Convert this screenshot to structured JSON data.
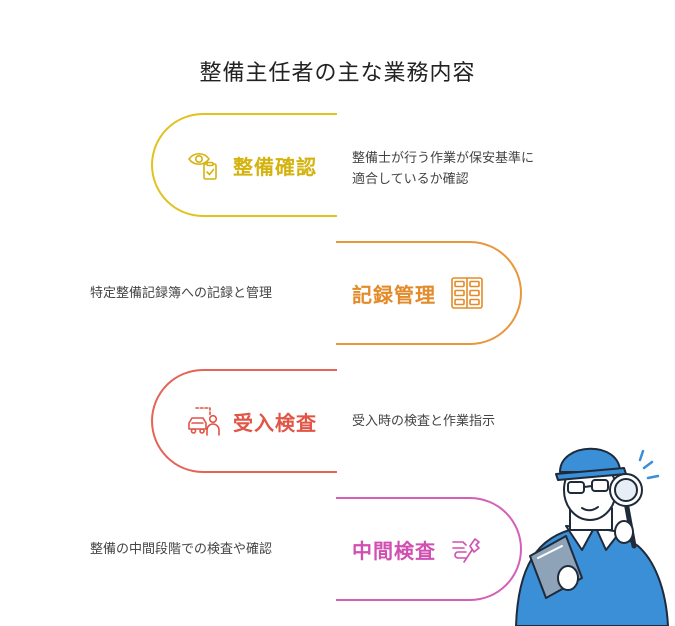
{
  "title": "整備主任者の主な業務内容",
  "colors": {
    "item1": "#e1c21e",
    "item2": "#e9963c",
    "item3": "#e46457",
    "item4": "#d45fb8",
    "mechanic_blue": "#3a8fd6"
  },
  "items": [
    {
      "label": "整備確認",
      "icon": "eye-clipboard-icon",
      "desc_lines": [
        "整備士が行う作業が保安基準に",
        "適合しているか確認"
      ]
    },
    {
      "label": "記録管理",
      "icon": "grid-document-icon",
      "desc_lines": [
        "特定整備記録簿への記録と管理"
      ]
    },
    {
      "label": "受入検査",
      "icon": "car-person-icon",
      "desc_lines": [
        "受入時の検査と作業指示"
      ]
    },
    {
      "label": "中間検査",
      "icon": "tools-icon",
      "desc_lines": [
        "整備の中間段階での検査や確認"
      ]
    }
  ],
  "illustration": {
    "icon": "mechanic-with-magnifier-icon"
  }
}
